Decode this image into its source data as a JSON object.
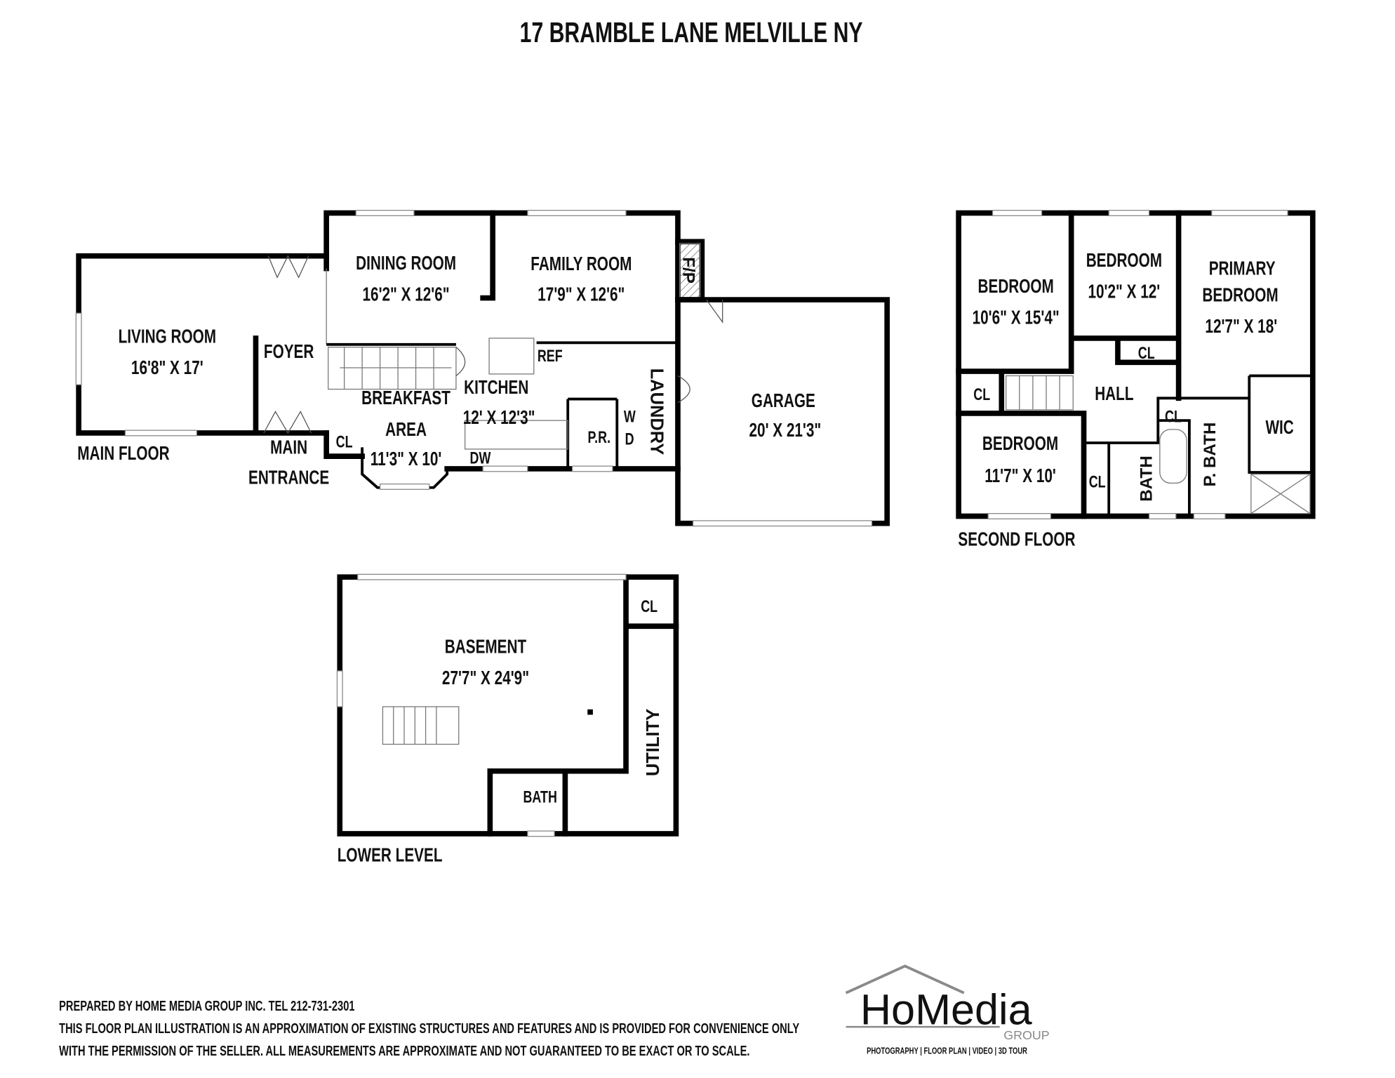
{
  "title": "17 BRAMBLE LANE MELVILLE NY",
  "main_floor": {
    "label": "MAIN FLOOR",
    "rooms": {
      "living_room": {
        "name": "LIVING ROOM",
        "size": "16'8\" X 17'"
      },
      "foyer": {
        "name": "FOYER"
      },
      "dining_room": {
        "name": "DINING ROOM",
        "size": "16'2\" X 12'6\""
      },
      "family_room": {
        "name": "FAMILY ROOM",
        "size": "17'9\" X 12'6\""
      },
      "fireplace": {
        "name": "F/P"
      },
      "ref": {
        "name": "REF"
      },
      "kitchen": {
        "name": "KITCHEN",
        "size": "12' X 12'3\""
      },
      "breakfast": {
        "name_1": "BREAKFAST",
        "name_2": "AREA",
        "size": "11'3\" X 10'"
      },
      "laundry": {
        "name": "LAUNDRY"
      },
      "washer": {
        "name": "W"
      },
      "dryer": {
        "name": "D"
      },
      "powder_room": {
        "name": "P.R."
      },
      "dishwasher": {
        "name": "DW"
      },
      "closet": {
        "name": "CL"
      },
      "main_entrance": {
        "name_1": "MAIN",
        "name_2": "ENTRANCE"
      },
      "garage": {
        "name": "GARAGE",
        "size": "20' X 21'3\""
      }
    }
  },
  "second_floor": {
    "label": "SECOND FLOOR",
    "rooms": {
      "bedroom_1": {
        "name": "BEDROOM",
        "size": "10'6\" X 15'4\""
      },
      "bedroom_2": {
        "name": "BEDROOM",
        "size": "10'2\" X 12'"
      },
      "primary": {
        "name_1": "PRIMARY",
        "name_2": "BEDROOM",
        "size": "12'7\" X 18'"
      },
      "closet_1": {
        "name": "CL"
      },
      "closet_2": {
        "name": "CL"
      },
      "hall": {
        "name": "HALL"
      },
      "closet_3": {
        "name": "CL"
      },
      "wic": {
        "name": "WIC"
      },
      "bedroom_3": {
        "name": "BEDROOM",
        "size": "11'7\" X 10'"
      },
      "closet_4": {
        "name": "CL"
      },
      "bath": {
        "name": "BATH"
      },
      "primary_bath": {
        "name": "P. BATH"
      }
    }
  },
  "lower_level": {
    "label": "LOWER LEVEL",
    "rooms": {
      "basement": {
        "name": "BASEMENT",
        "size": "27'7\" X 24'9\""
      },
      "closet": {
        "name": "CL"
      },
      "utility": {
        "name": "UTILITY"
      },
      "bath": {
        "name": "BATH"
      }
    }
  },
  "footer": {
    "line_1": "PREPARED BY  HOME MEDIA GROUP INC.  TEL 212-731-2301",
    "line_2": "THIS FLOOR PLAN ILLUSTRATION IS AN APPROXIMATION OF EXISTING STRUCTURES AND FEATURES AND IS PROVIDED FOR CONVENIENCE ONLY",
    "line_3": "WITH THE PERMISSION OF THE SELLER. ALL MEASUREMENTS ARE APPROXIMATE AND NOT GUARANTEED TO BE EXACT OR TO SCALE."
  },
  "logo": {
    "brand": "HoMedia",
    "sub": "GROUP",
    "tagline": "PHOTOGRAPHY | FLOOR PLAN | VIDEO | 3D TOUR",
    "colors": {
      "dark": "#111111",
      "gray": "#8a8a8a"
    }
  }
}
